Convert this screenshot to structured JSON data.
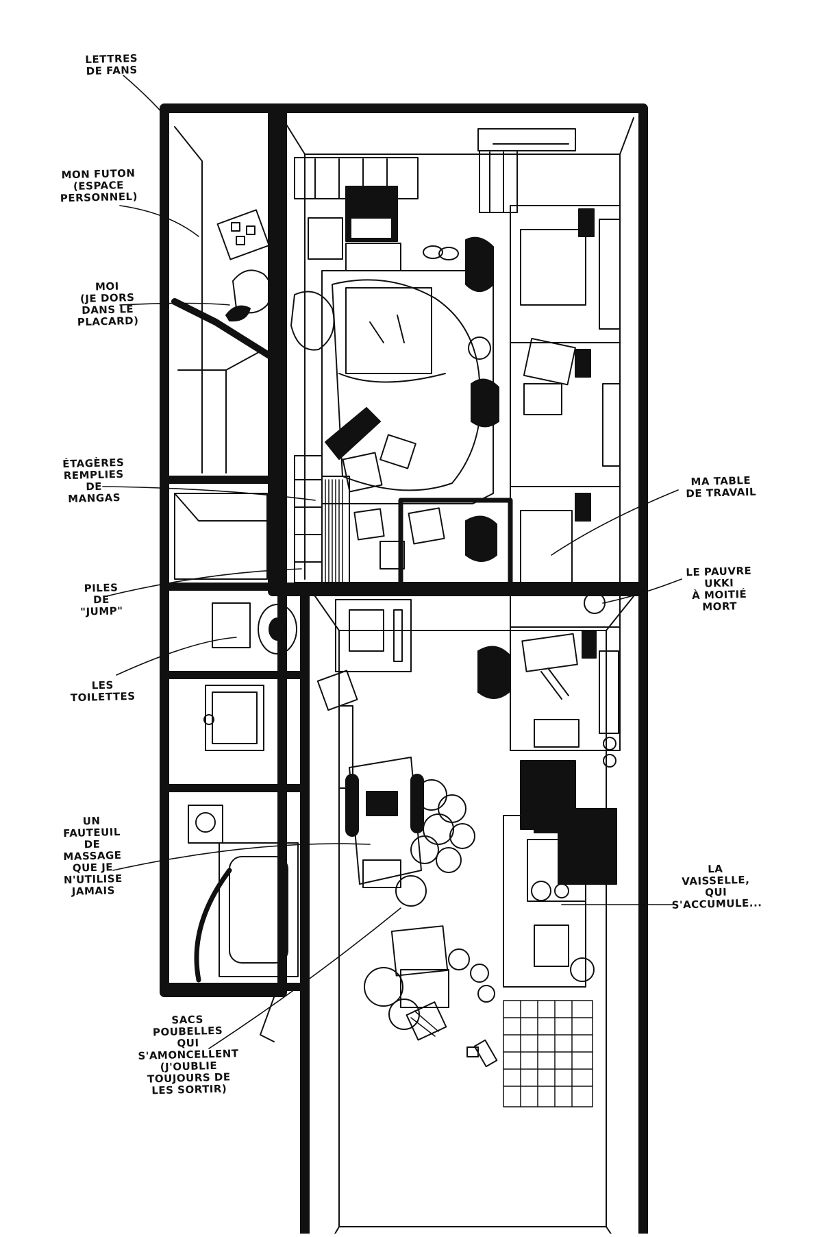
{
  "labels": {
    "lettres_fans": "LETTRES\nDE FANS",
    "mon_futon": "MON FUTON\n(ESPACE\nPERSONNEL)",
    "moi": "MOI\n(JE DORS\nDANS LE\nPLACARD)",
    "etageres": "ÉTAGÈRES\nREMPLIES\nDE\nMANGAS",
    "piles_jump": "PILES\nDE\n\"JUMP\"",
    "toilettes": "LES\nTOILETTES",
    "fauteuil": "UN\nFAUTEUIL\nDE\nMASSAGE\nQUE JE\nN'UTILISE\nJAMAIS",
    "sacs_poubelles": "SACS\nPOUBELLES\nQUI\nS'AMONCELLENT\n(J'OUBLIE\nTOUJOURS DE\nLES SORTIR)",
    "ma_table": "MA TABLE\nDE TRAVAIL",
    "pauvre_ukki": "LE PAUVRE\nUKKI\nÀ MOITIÉ\nMORT",
    "vaisselle": "LA\nVAISSELLE,\nQUI\nS'ACCUMULE..."
  },
  "colors": {
    "ink": "#111111",
    "paper": "#ffffff"
  }
}
